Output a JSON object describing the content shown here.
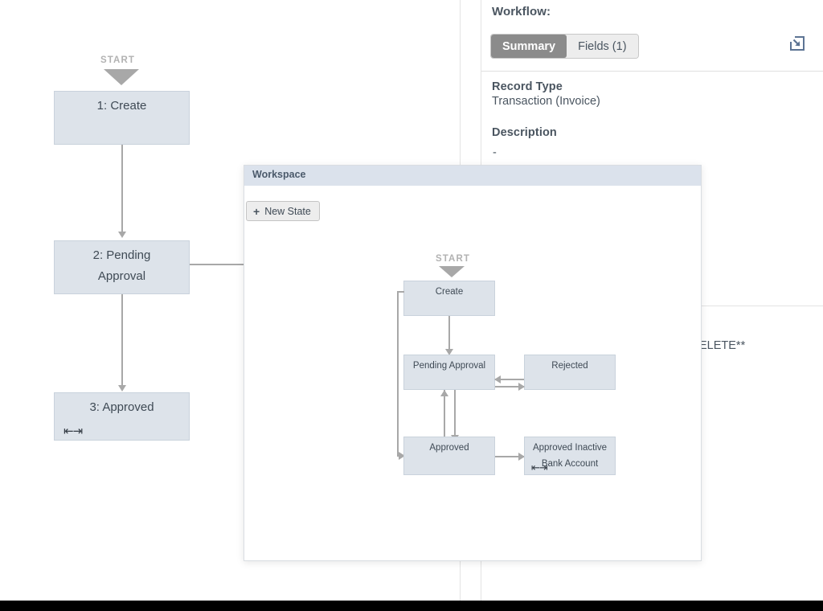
{
  "right_panel": {
    "workflow_label": "Workflow:",
    "tabs": [
      {
        "label": "Summary",
        "active": true
      },
      {
        "label": "Fields (1)",
        "active": false
      }
    ],
    "collapse_icon": "collapse-into-box-icon",
    "fields": [
      {
        "label": "Record Type",
        "value": "Transaction (Invoice)"
      },
      {
        "label": "Description",
        "value": "-"
      }
    ],
    "clipped_text": "ELETE**"
  },
  "background_flow": {
    "start_label": "START",
    "nodes": [
      {
        "id": "create",
        "label": "1: Create",
        "has_loop_icon": false
      },
      {
        "id": "pending",
        "label": "2: Pending\nApproval",
        "line1": "2: Pending",
        "line2": "Approval",
        "has_loop_icon": false
      },
      {
        "id": "approved",
        "label": "3: Approved",
        "has_loop_icon": true,
        "loop_icon": "recurrence-loop-icon"
      }
    ]
  },
  "workspace": {
    "title": "Workspace",
    "toolbar": {
      "new_state_label": "New State",
      "plus_icon": "plus-icon"
    },
    "diagram": {
      "start_label": "START",
      "nodes": [
        {
          "id": "create",
          "label": "Create",
          "has_loop_icon": false
        },
        {
          "id": "pending_approval",
          "label": "Pending Approval",
          "has_loop_icon": false
        },
        {
          "id": "rejected",
          "label": "Rejected",
          "has_loop_icon": false
        },
        {
          "id": "approved",
          "label": "Approved",
          "has_loop_icon": false
        },
        {
          "id": "approved_inactive",
          "label": "Approved Inactive\nBank Account",
          "line1": "Approved Inactive",
          "line2": "Bank Account",
          "has_loop_icon": true,
          "loop_icon": "recurrence-loop-icon"
        }
      ],
      "edges": [
        {
          "from": "START",
          "to": "create"
        },
        {
          "from": "create",
          "to": "pending_approval"
        },
        {
          "from": "create",
          "to": "approved"
        },
        {
          "from": "pending_approval",
          "to": "rejected"
        },
        {
          "from": "rejected",
          "to": "pending_approval"
        },
        {
          "from": "pending_approval",
          "to": "approved"
        },
        {
          "from": "approved",
          "to": "pending_approval"
        },
        {
          "from": "approved",
          "to": "approved_inactive"
        }
      ]
    }
  },
  "colors": {
    "node_fill": "#dde3ea",
    "node_border": "#c9d2dc",
    "connector": "#a8a8a8",
    "panel_header": "#dbe2ec",
    "tab_active_bg": "#8b8b8b",
    "text": "#4a5560"
  }
}
